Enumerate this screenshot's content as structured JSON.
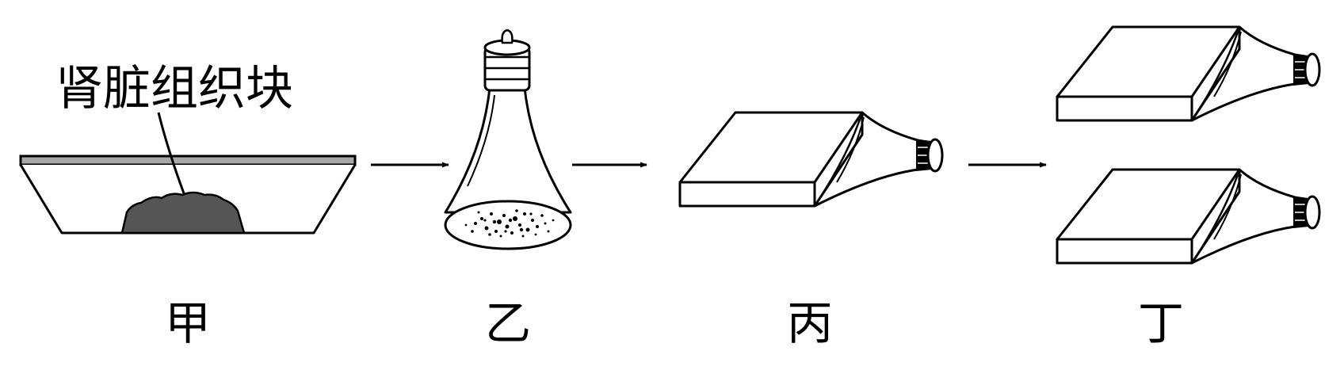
{
  "callout_label": "肾脏组织块",
  "panels": [
    {
      "label": "甲",
      "object": "dish"
    },
    {
      "label": "乙",
      "object": "flask"
    },
    {
      "label": "丙",
      "object": "culture-bottle"
    },
    {
      "label": "丁",
      "object": "culture-bottle-pair"
    }
  ],
  "colors": {
    "stroke": "#000000",
    "tissue": "#555555",
    "dish_rim": "#a8a8a8",
    "background": "#ffffff"
  }
}
